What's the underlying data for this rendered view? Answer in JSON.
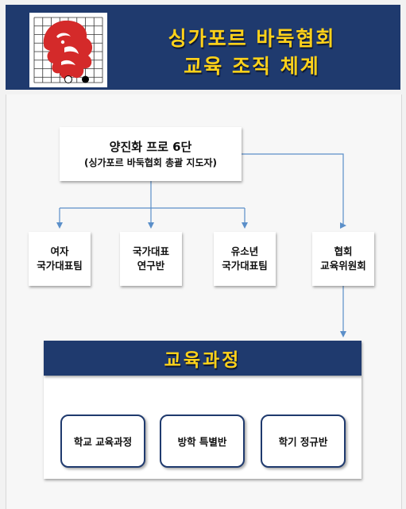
{
  "header": {
    "title_line1": "싱가포르 바둑협회",
    "title_line2": "교육 조직 체계"
  },
  "head": {
    "name": "양진화 프로 6단",
    "role": "(싱가포르 바둑협회 총괄 지도자)"
  },
  "teams": [
    {
      "line1": "여자",
      "line2": "국가대표팀"
    },
    {
      "line1": "국가대표",
      "line2": "연구반"
    },
    {
      "line1": "유소년",
      "line2": "국가대표팀"
    },
    {
      "line1": "협회",
      "line2": "교육위원회"
    }
  ],
  "curriculum": {
    "title": "교육과정",
    "courses": [
      "학교 교육과정",
      "방학 특별반",
      "학기 정규반"
    ]
  },
  "colors": {
    "navy": "#1f3a6e",
    "gold": "#ffd21a",
    "connector": "#5b8fc9",
    "lion_red": "#d42a2a"
  },
  "icons": [
    "merlion-logo-icon"
  ]
}
